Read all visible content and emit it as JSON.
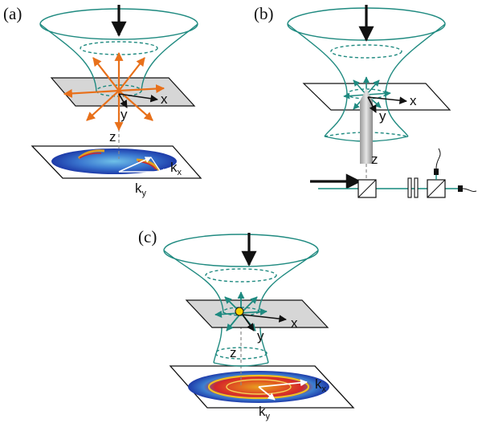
{
  "panels": [
    {
      "label": "(a)",
      "axes": {
        "x": "x",
        "y": "y",
        "z": "z"
      },
      "detector": {
        "kx": "k",
        "kx_sub": "x",
        "ky": "k",
        "ky_sub": "y"
      }
    },
    {
      "label": "(b)",
      "axes": {
        "x": "x",
        "y": "y",
        "z": "z"
      }
    },
    {
      "label": "(c)",
      "axes": {
        "x": "x",
        "y": "y",
        "z": "z"
      },
      "detector": {
        "kx": "k",
        "kx_sub": "x",
        "ky": "k",
        "ky_sub": "y"
      }
    }
  ],
  "colors": {
    "beam": "#1f8a80",
    "photoelectron_arrows": "#e8701a",
    "plane": "#d6d6d6",
    "detector_bg": "#2c49b8",
    "ring": "#d4262a",
    "optics_beam": "#14897d"
  },
  "icons": {
    "incident_arrow": "down-arrow-icon",
    "cube_beamsplitter": "beamsplitter-icon",
    "waveplates": "waveplate-icon",
    "photodiode": "detector-icon"
  }
}
